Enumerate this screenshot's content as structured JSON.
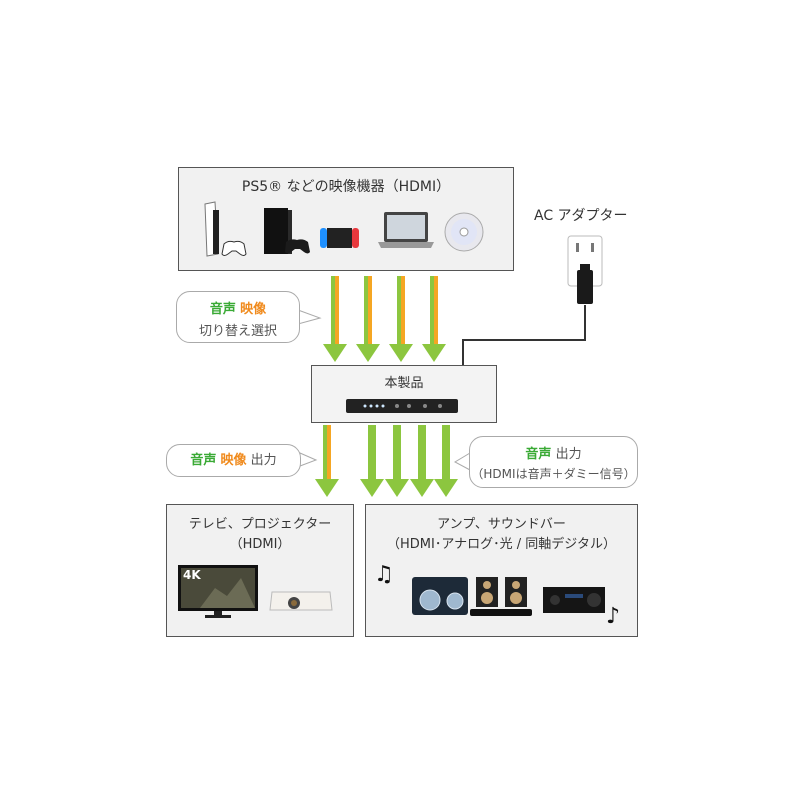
{
  "source_box": {
    "title": "PS5® などの映像機器（HDMI）"
  },
  "ac_adapter": {
    "label": "AC アダプター"
  },
  "input_bubble": {
    "line1_green": "音声",
    "line1_orange": "映像",
    "line2": "切り替え選択"
  },
  "product": {
    "label": "本製品"
  },
  "output_left_bubble": {
    "green": "音声",
    "orange": "映像",
    "tail": "出力"
  },
  "output_right_bubble": {
    "green": "音声",
    "tail": "出力",
    "line2": "（HDMIは音声＋ダミー信号）"
  },
  "tv_box": {
    "line1": "テレビ、プロジェクター",
    "line2": "（HDMI）"
  },
  "audio_box": {
    "line1": "アンプ、サウンドバー",
    "line2": "（HDMI･アナログ･光 / 同軸デジタル）"
  },
  "monitor_badge": "4K",
  "colors": {
    "arrow_green": "#8cc63f",
    "arrow_orange": "#f5a623",
    "box_bg": "#f1f1f1"
  }
}
